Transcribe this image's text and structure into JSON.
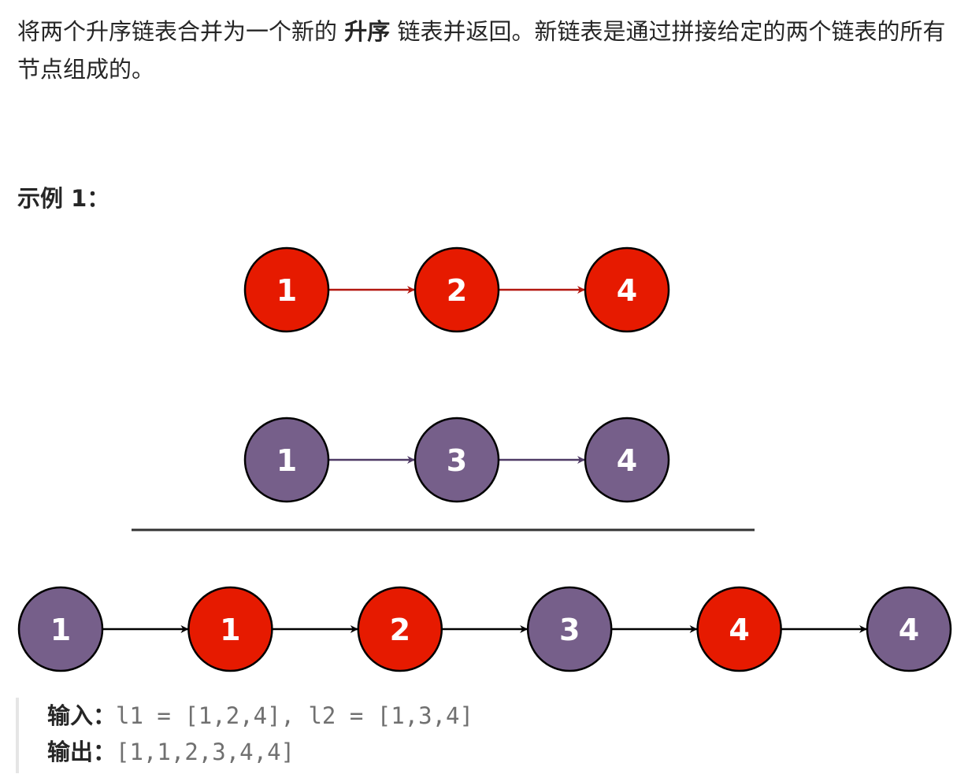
{
  "description": {
    "part1": "将两个升序链表合并为一个新的 ",
    "emph": "升序",
    "part2": " 链表并返回。新链表是通过拼接给定的两个链表的所有节点组成的。"
  },
  "example_title": "示例 1：",
  "colors": {
    "red_node": "#e61a00",
    "red_arrow": "#b3170f",
    "purple_node": "#765f8a",
    "purple_arrow": "#4f3b66",
    "black_arrow": "#000000",
    "divider": "#333333"
  },
  "diagram": {
    "list1": [
      {
        "label": "1",
        "color": "red"
      },
      {
        "label": "2",
        "color": "red"
      },
      {
        "label": "4",
        "color": "red"
      }
    ],
    "list2": [
      {
        "label": "1",
        "color": "purple"
      },
      {
        "label": "3",
        "color": "purple"
      },
      {
        "label": "4",
        "color": "purple"
      }
    ],
    "merged": [
      {
        "label": "1",
        "color": "purple"
      },
      {
        "label": "1",
        "color": "red"
      },
      {
        "label": "2",
        "color": "red"
      },
      {
        "label": "3",
        "color": "purple"
      },
      {
        "label": "4",
        "color": "red"
      },
      {
        "label": "4",
        "color": "purple"
      }
    ]
  },
  "io": {
    "input_key": "输入：",
    "input_value": "l1 = [1,2,4], l2 = [1,3,4]",
    "output_key": "输出：",
    "output_value": "[1,1,2,3,4,4]"
  }
}
